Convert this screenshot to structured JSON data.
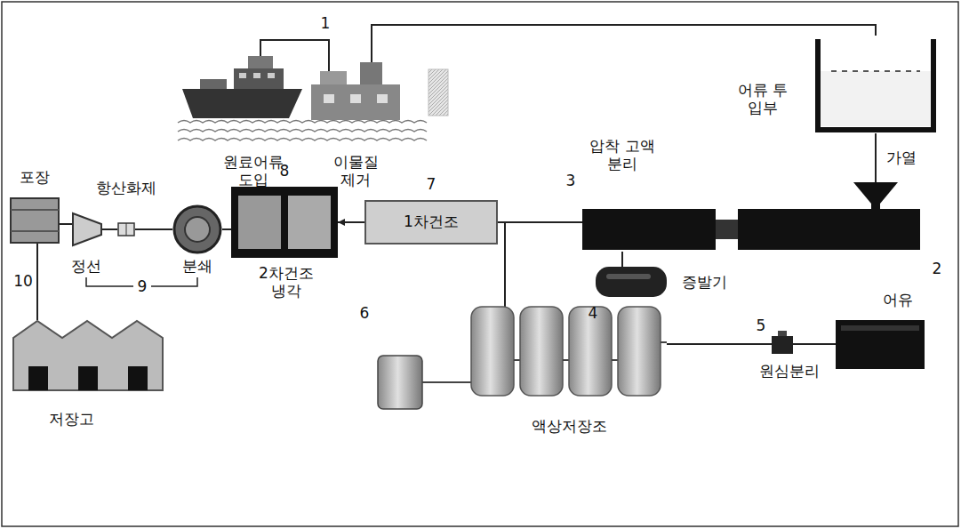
{
  "diagram": {
    "nodes": [
      {
        "text": [
          "원료어류 도입"
        ]
      },
      {
        "text": [
          "이물질 제거"
        ]
      },
      {
        "text": [
          "어류 투입부"
        ]
      },
      {
        "text": [
          "압착 고액분리"
        ]
      },
      {
        "text": [
          "증발기"
        ]
      },
      {
        "text": [
          "원심분리"
        ]
      },
      {
        "text": [
          "어유"
        ]
      },
      {
        "text": [
          "액상저장조"
        ]
      },
      {
        "text": [
          "1차건조"
        ]
      },
      {
        "text": [
          "2차건조 냉각"
        ]
      },
      {
        "text": [
          "분쇄"
        ]
      },
      {
        "text": [
          "항산화제"
        ]
      },
      {
        "text": [
          "정선"
        ]
      },
      {
        "text": [
          "포장"
        ]
      },
      {
        "text": [
          "저장고"
        ]
      }
    ],
    "edges": [
      {
        "from": 0,
        "to": 1,
        "arrow": "none"
      },
      {
        "from": 1,
        "to": 2,
        "arrow": "none"
      },
      {
        "from": 2,
        "to": 3,
        "arrow": "none",
        "label": "가열"
      },
      {
        "from": 3,
        "to": 4,
        "arrow": "none"
      },
      {
        "from": 3,
        "to": 8,
        "arrow": "none"
      },
      {
        "from": 3,
        "to": 7,
        "arrow": "none"
      },
      {
        "from": 7,
        "to": 5,
        "arrow": "none"
      },
      {
        "from": 5,
        "to": 6,
        "arrow": "none"
      },
      {
        "from": 8,
        "to": 9,
        "arrow": "to"
      },
      {
        "from": 9,
        "to": 10,
        "arrow": "none"
      },
      {
        "from": 10,
        "to": 11,
        "arrow": "none"
      },
      {
        "from": 11,
        "to": 12,
        "arrow": "none"
      },
      {
        "from": 12,
        "to": 13,
        "arrow": "none"
      },
      {
        "from": 13,
        "to": 14,
        "arrow": "none"
      }
    ],
    "labels": [
      "1",
      "2",
      "3",
      "4",
      "5",
      "6",
      "7",
      "8",
      "9",
      "10"
    ]
  }
}
